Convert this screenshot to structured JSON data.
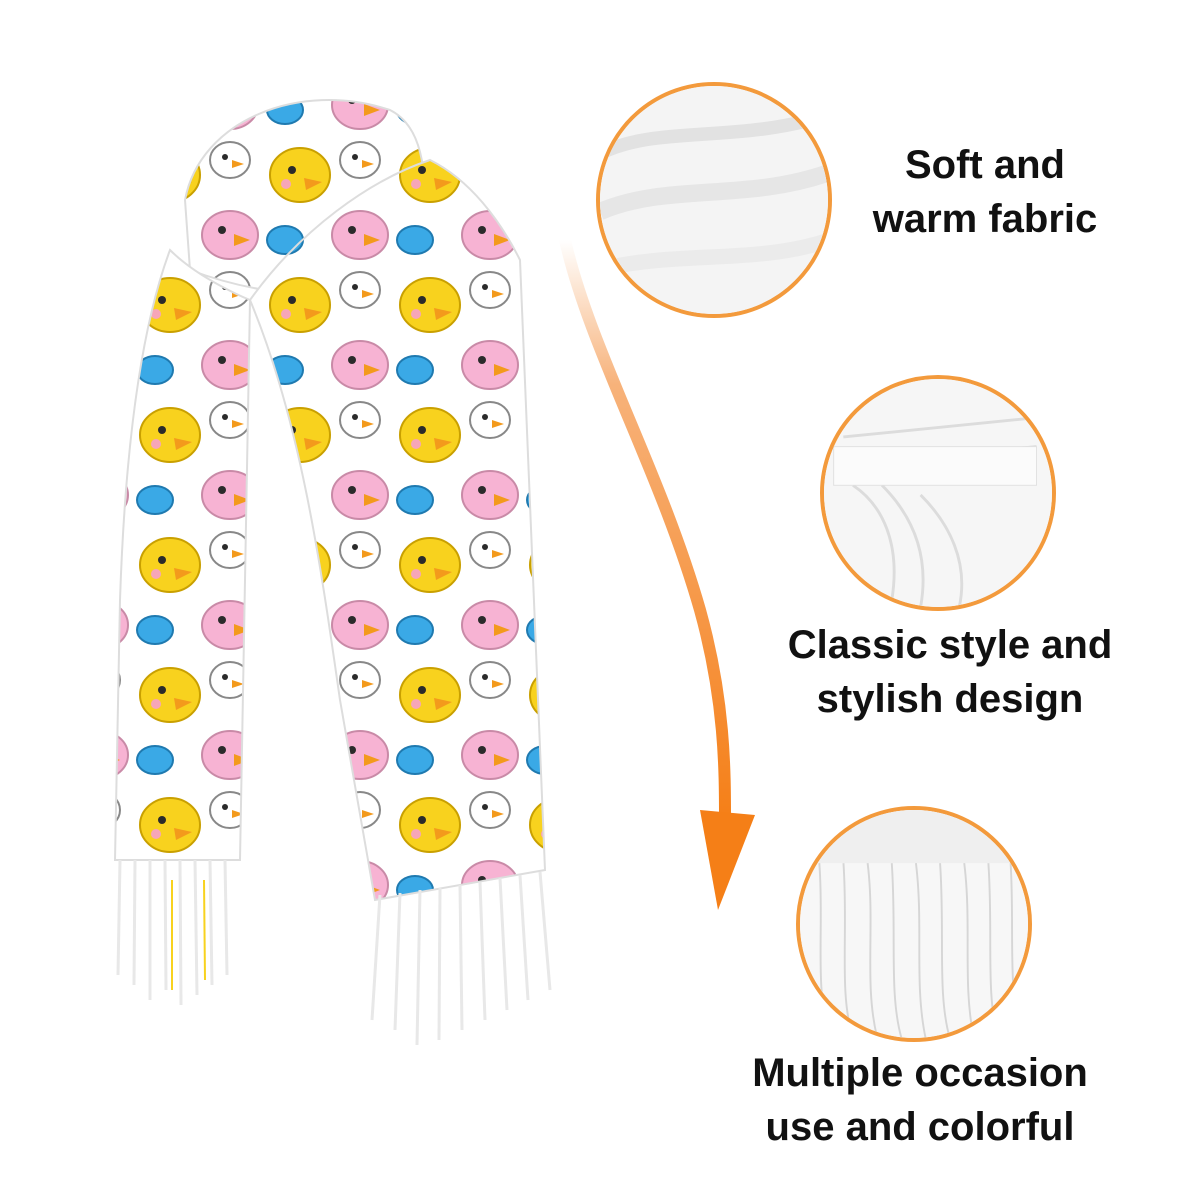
{
  "product": {
    "type": "scarf",
    "pattern": "cartoon ducks",
    "duck_colors": [
      "#f8d21e",
      "#f7b3d3",
      "#3aa9e6",
      "#ffffff"
    ],
    "beak_color": "#f39a1c"
  },
  "accent_color": "#f39a3c",
  "features": [
    {
      "label": "Soft and\nwarm fabric",
      "icon": "fabric-folds-closeup"
    },
    {
      "label": "Classic style and\nstylish design",
      "icon": "folded-scarf-closeup"
    },
    {
      "label": "Multiple occasion\nuse and colorful",
      "icon": "tassel-fringe-closeup"
    }
  ]
}
